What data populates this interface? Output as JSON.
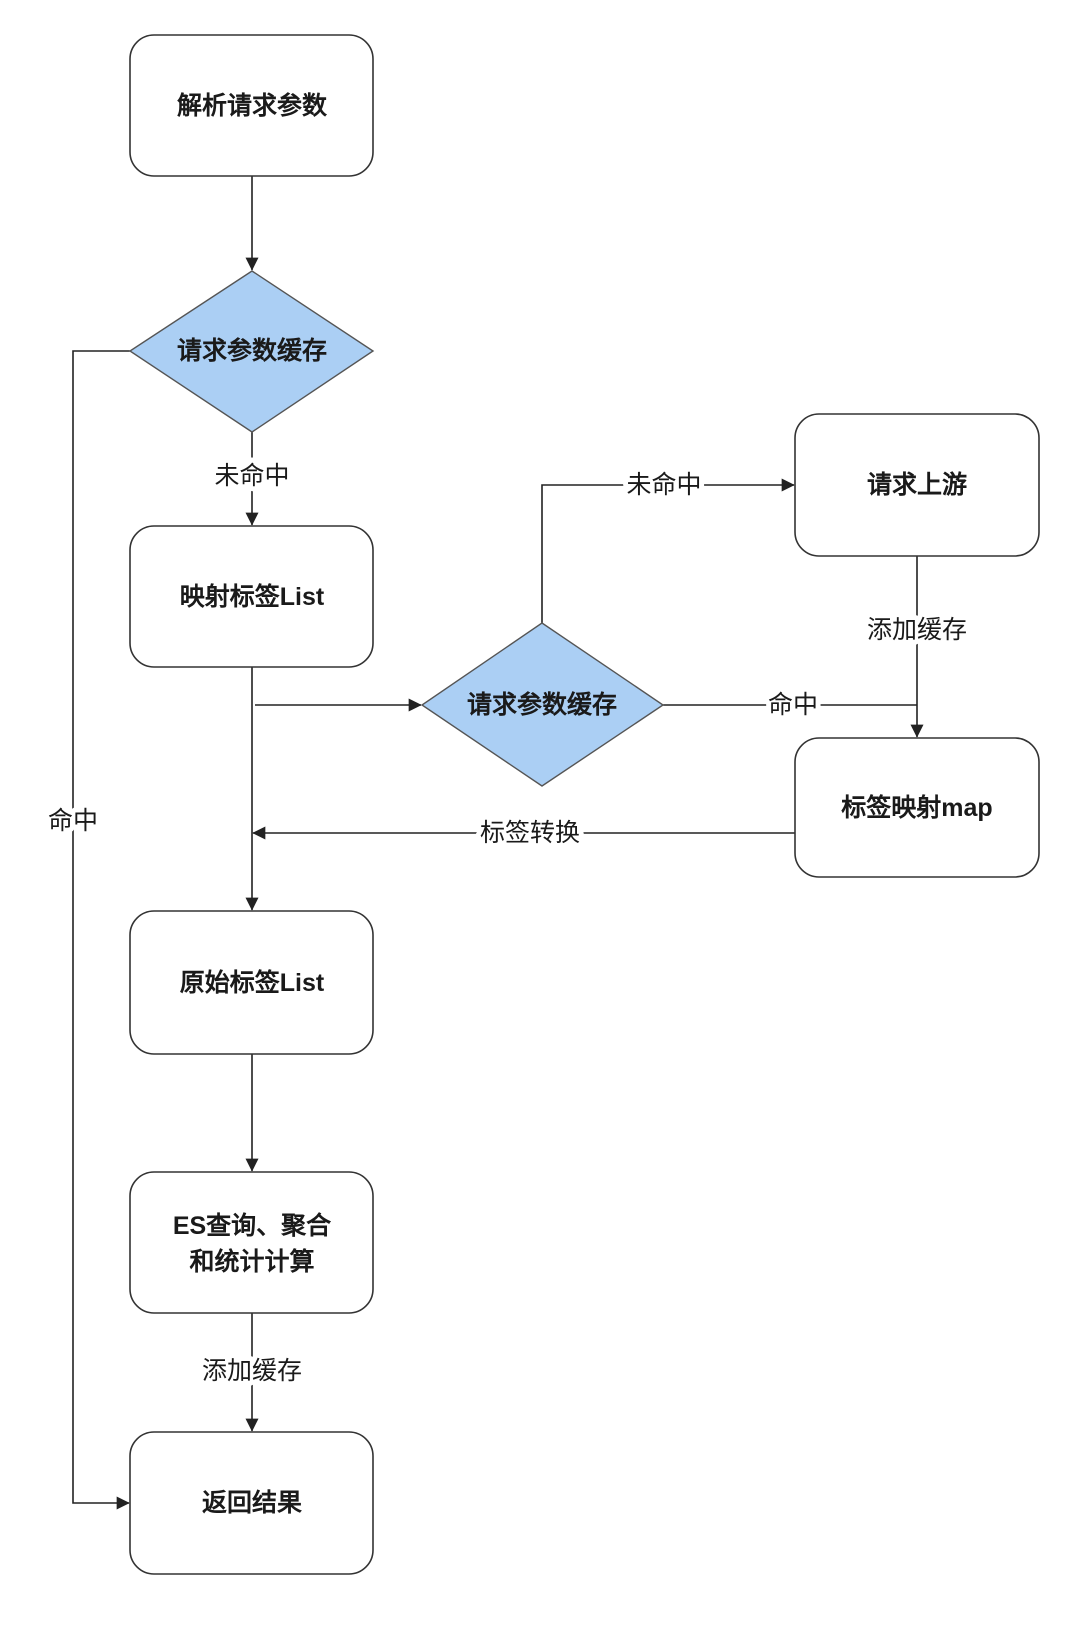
{
  "nodes": {
    "parse_params": "解析请求参数",
    "cache_check_1": "请求参数缓存",
    "map_tag_list": "映射标签List",
    "cache_check_2": "请求参数缓存",
    "request_upstream": "请求上游",
    "tag_mapping_map": "标签映射map",
    "original_tag_list": "原始标签List",
    "es_query_line1": "ES查询、聚合",
    "es_query_line2": "和统计计算",
    "return_result": "返回结果"
  },
  "edges": {
    "cache1_miss": "未命中",
    "cache1_hit": "命中",
    "cache2_miss": "未命中",
    "cache2_hit": "命中",
    "upstream_add_cache": "添加缓存",
    "tag_convert": "标签转换",
    "es_add_cache": "添加缓存"
  },
  "colors": {
    "diamond_fill": "#abcff4",
    "box_fill": "#ffffff",
    "line": "#222222"
  }
}
